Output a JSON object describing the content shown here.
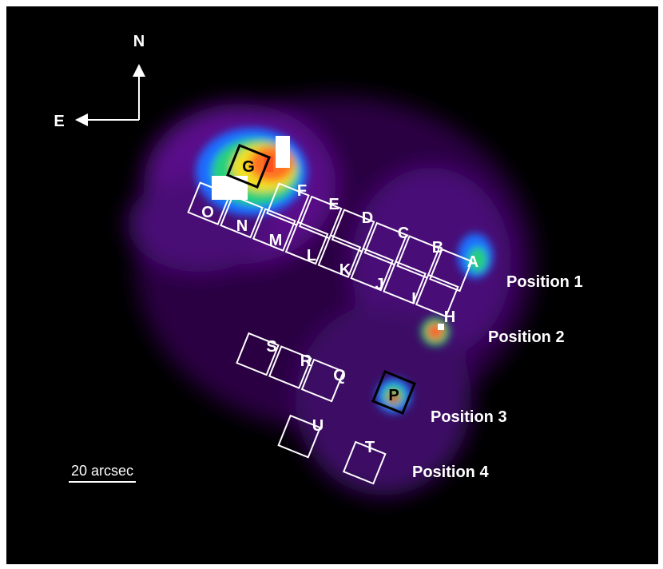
{
  "compass": {
    "north": "N",
    "east": "E"
  },
  "scale_bar": {
    "label": "20 arcsec"
  },
  "positions": [
    "Position 1",
    "Position 2",
    "Position 3",
    "Position 4"
  ],
  "apertures": {
    "g": "G",
    "p": "P",
    "a": "A",
    "b": "B",
    "c": "C",
    "d": "D",
    "e": "E",
    "f": "F",
    "h": "H",
    "i": "I",
    "j": "J",
    "k": "K",
    "l": "L",
    "m": "M",
    "n": "N",
    "o": "O",
    "q": "Q",
    "r": "R",
    "s": "S",
    "t": "T",
    "u": "U"
  },
  "colors": {
    "background": "#000000",
    "glow": "#6a0fa0",
    "hot": "#ffffff",
    "overlay": "#ffffff",
    "highlight": "#000000"
  }
}
